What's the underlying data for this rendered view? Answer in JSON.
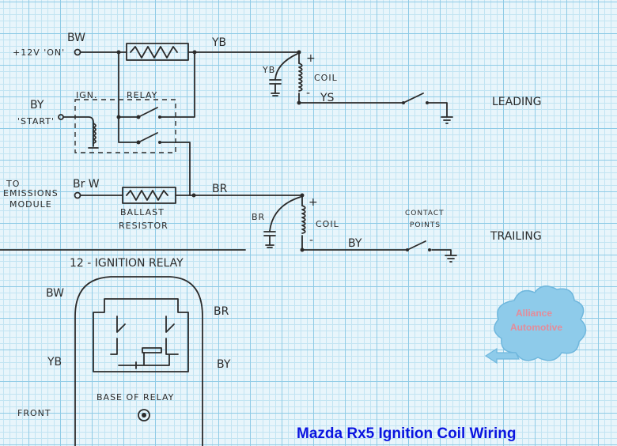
{
  "diagram": {
    "top": {
      "supply": "+12V 'ON'",
      "supply_wire": "BW",
      "output_wire": "YB",
      "cap_wire": "YB",
      "coil": "COIL",
      "plus": "+",
      "minus": "-",
      "points_wire": "YS",
      "circuit": "LEADING"
    },
    "relay": {
      "start_wire": "BY",
      "start": "'START'",
      "ign": "IGN.",
      "relay": "RELAY"
    },
    "bottom": {
      "to": "TO",
      "emissions": "EMISSIONS",
      "module": "MODULE",
      "input_wire": "Br W",
      "output_wire": "BR",
      "ballast": "BALLAST",
      "resistor": "RESISTOR",
      "cap_wire": "BR",
      "coil": "COIL",
      "plus": "+",
      "minus": "-",
      "contact": "CONTACT",
      "points": "POINTS",
      "points_wire": "BY",
      "circuit": "TRAILING"
    },
    "relay_base": {
      "heading": "12 - IGNITION RELAY",
      "bw": "BW",
      "br": "BR",
      "yb": "YB",
      "by": "BY",
      "base": "BASE OF RELAY",
      "front": "FRONT"
    }
  },
  "logo": {
    "line1": "Alliance",
    "line2": "Automotive"
  },
  "title": "Mazda Rx5 Ignition Coil Wiring"
}
